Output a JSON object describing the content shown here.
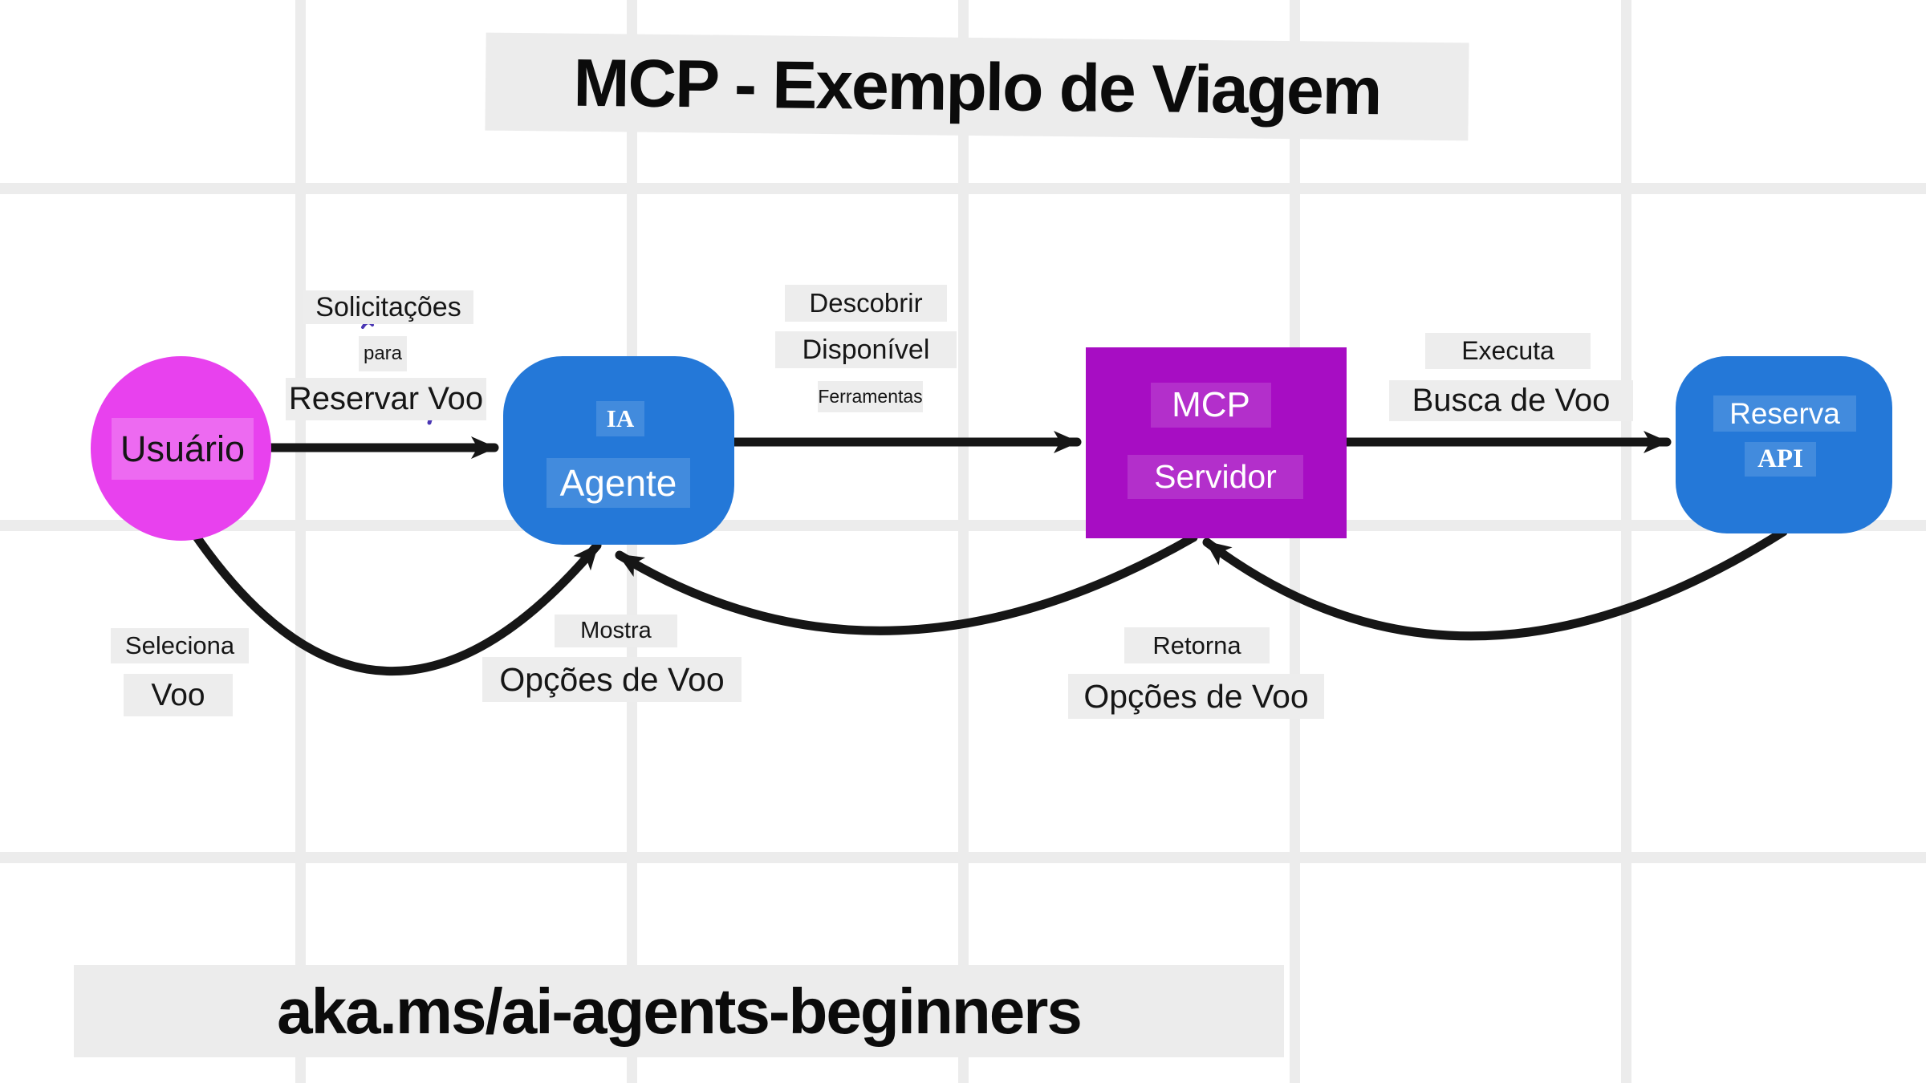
{
  "title": "MCP - Exemplo de Viagem",
  "footer": {
    "link_text": "aka.ms/ai-agents-beginners"
  },
  "nodes": {
    "usuario": {
      "label": "Usuário"
    },
    "agente": {
      "subtitle": "IA",
      "title": "Agente"
    },
    "mcp": {
      "subtitle": "MCP",
      "title": "Servidor"
    },
    "api": {
      "subtitle": "Reserva",
      "title": "API"
    }
  },
  "edges": {
    "usuario_to_agente": {
      "line1": "Solicitações",
      "line2": "para",
      "line3": "Reservar Voo"
    },
    "agente_to_mcp": {
      "line1": "Descobrir",
      "line2": "Disponível",
      "line3": "Ferramentas"
    },
    "mcp_to_api": {
      "line1": "Executa",
      "line2": "Busca de Voo"
    },
    "seleciona_voo": {
      "line1": "Seleciona",
      "line2": "Voo"
    },
    "mostra_opcoes": {
      "line1": "Mostra",
      "line2": "Opções de Voo"
    },
    "retorna_opcoes": {
      "line1": "Retorna",
      "line2": "Opções de Voo"
    }
  },
  "colors": {
    "node_blue": "#2478d8",
    "node_purple": "#a70dc3",
    "node_magenta": "#e841ee",
    "arrow_black": "#161616",
    "label_gray": "#ededed",
    "strip_gray": "#ececec",
    "grid": "#ececec",
    "annotation_purple": "#4a36b4"
  }
}
